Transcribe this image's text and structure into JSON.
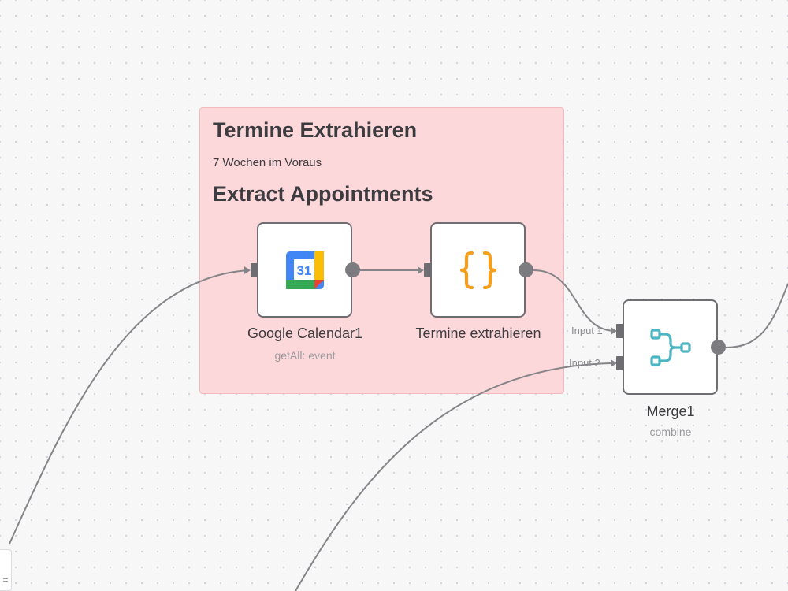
{
  "canvas": {
    "background": "#f7f7f8",
    "dot_color": "#d2d2d6",
    "edge_color": "#858589"
  },
  "sticky_note": {
    "heading": "Termine Extrahieren",
    "text": "7 Wochen im Voraus",
    "subheading": "Extract Appointments",
    "color": "#fdd8da"
  },
  "nodes": {
    "google_calendar": {
      "title": "Google Calendar1",
      "subtitle": "getAll: event",
      "icon": "google-calendar-icon",
      "icon_text": "31"
    },
    "termine_extrahieren": {
      "title": "Termine extrahieren",
      "icon": "curly-braces-icon",
      "icon_color": "#f59f1c"
    },
    "merge": {
      "title": "Merge1",
      "subtitle": "combine",
      "icon": "merge-icon",
      "icon_color": "#4cb5c2",
      "inputs": [
        "Input 1",
        "Input 2"
      ]
    }
  }
}
